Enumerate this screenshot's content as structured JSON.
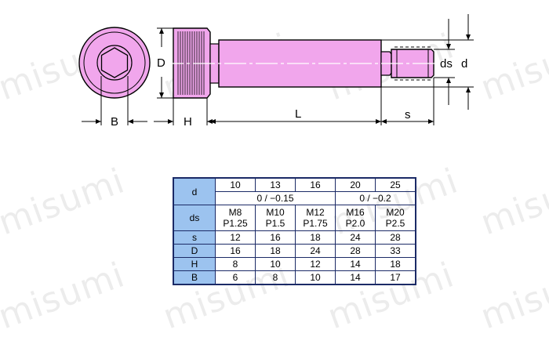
{
  "drawing": {
    "labels": {
      "B": "B",
      "H": "H",
      "D": "D",
      "L": "L",
      "s": "s",
      "ds": "ds",
      "d": "d"
    },
    "watermark": "misumi",
    "colors": {
      "part_fill": "#f1a6ec",
      "line": "#000000",
      "table_header": "#9cc3ef",
      "table_border": "#1b2a66"
    }
  },
  "table": {
    "d": {
      "label": "d",
      "values": [
        "10",
        "13",
        "16",
        "20",
        "25"
      ],
      "tolerances": [
        "0 / −0.15",
        "0 / −0.2"
      ]
    },
    "ds": {
      "label": "ds",
      "values": [
        [
          "M8",
          "P1.25"
        ],
        [
          "M10",
          "P1.5"
        ],
        [
          "M12",
          "P1.75"
        ],
        [
          "M16",
          "P2.0"
        ],
        [
          "M20",
          "P2.5"
        ]
      ]
    },
    "rows": [
      {
        "label": "s",
        "values": [
          "12",
          "16",
          "18",
          "24",
          "28"
        ]
      },
      {
        "label": "D",
        "values": [
          "16",
          "18",
          "24",
          "28",
          "33"
        ]
      },
      {
        "label": "H",
        "values": [
          "8",
          "10",
          "12",
          "14",
          "18"
        ]
      },
      {
        "label": "B",
        "values": [
          "6",
          "8",
          "10",
          "14",
          "17"
        ]
      }
    ]
  }
}
